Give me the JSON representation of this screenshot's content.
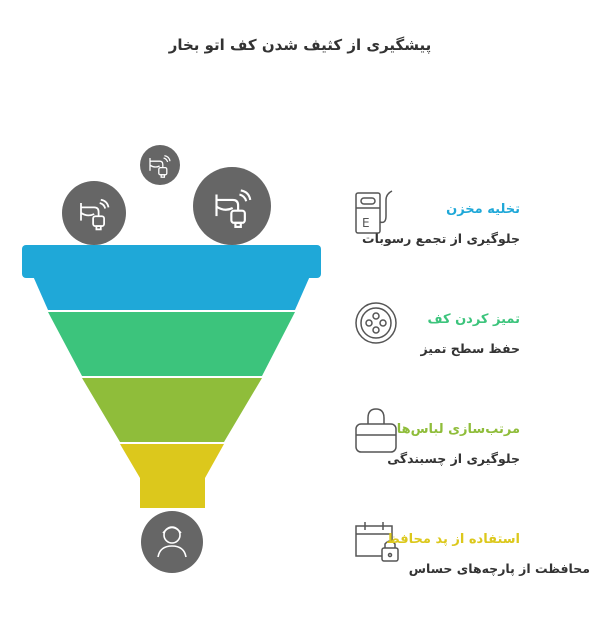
{
  "title": "پیشگیری از کثیف شدن کف اتو بخار",
  "colors": {
    "blue": "#1fa8d8",
    "green": "#3cc47c",
    "olive": "#8fbd3a",
    "yellow": "#dcc81c",
    "icon_bg": "#666666"
  },
  "items": [
    {
      "title": "تخلیه مخزن",
      "desc": "جلوگیری از تجمع رسوبات",
      "icon": "fuel-tank-icon"
    },
    {
      "title": "تمیز کردن کف",
      "desc": "حفظ سطح تمیز",
      "icon": "button-plate-icon"
    },
    {
      "title": "مرتب‌سازی لباس‌ها",
      "desc": "جلوگیری از چسبندگی",
      "icon": "bag-icon"
    },
    {
      "title": "استفاده از پد محافظ",
      "desc": "محافظت از پارچه‌های حساس",
      "icon": "calendar-lock-icon"
    }
  ]
}
